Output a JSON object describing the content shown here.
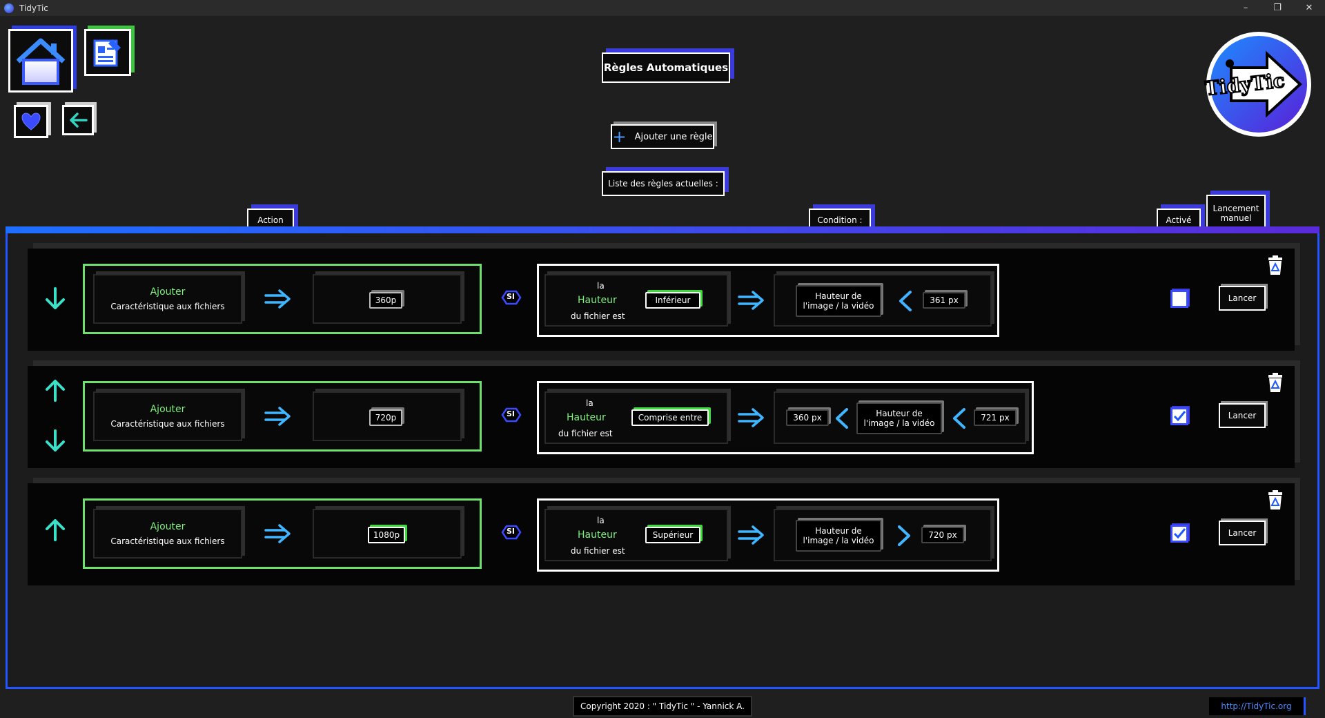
{
  "window": {
    "title": "TidyTic",
    "minimize": "–",
    "restore": "❐",
    "close": "✕"
  },
  "header": {
    "title": "Règles Automatiques",
    "add_rule": "Ajouter une règle",
    "list_label": "Liste des règles actuelles :",
    "logo_text": "TidyTic"
  },
  "columns": {
    "action": "Action",
    "condition": "Condition :",
    "active": "Activé",
    "manual_1": "Lancement",
    "manual_2": "manuel"
  },
  "rules": [
    {
      "action_verb": "Ajouter",
      "action_target": "Caractéristique aux fichiers",
      "value": "360p",
      "si": "SI",
      "cond_la": "la",
      "cond_prop": "Hauteur",
      "cond_suffix": "du fichier est",
      "operator": "Inférieur",
      "subject_1": "Hauteur de",
      "subject_2": "l'image / la vidéo",
      "comparator": "<",
      "bound": "361 px",
      "active": false,
      "launch": "Lancer"
    },
    {
      "action_verb": "Ajouter",
      "action_target": "Caractéristique aux fichiers",
      "value": "720p",
      "si": "SI",
      "cond_la": "la",
      "cond_prop": "Hauteur",
      "cond_suffix": "du fichier est",
      "operator": "Comprise entre",
      "lower": "360 px",
      "subject_1": "Hauteur de",
      "subject_2": "l'image / la vidéo",
      "bound": "721 px",
      "active": true,
      "launch": "Lancer"
    },
    {
      "action_verb": "Ajouter",
      "action_target": "Caractéristique aux fichiers",
      "value": "1080p",
      "si": "SI",
      "cond_la": "la",
      "cond_prop": "Hauteur",
      "cond_suffix": "du fichier est",
      "operator": "Supérieur",
      "subject_1": "Hauteur de",
      "subject_2": "l'image / la vidéo",
      "comparator": ">",
      "bound": "720 px",
      "active": true,
      "launch": "Lancer"
    }
  ],
  "footer": {
    "copyright": "Copyright 2020 : \" TidyTic \" - Yannick A.",
    "link": "http://TidyTic.org"
  },
  "colors": {
    "accent_blue": "#2456ff",
    "accent_purple": "#5a2bd8",
    "accent_green": "#6ee06e",
    "arrow_cyan": "#3fb6ff"
  }
}
